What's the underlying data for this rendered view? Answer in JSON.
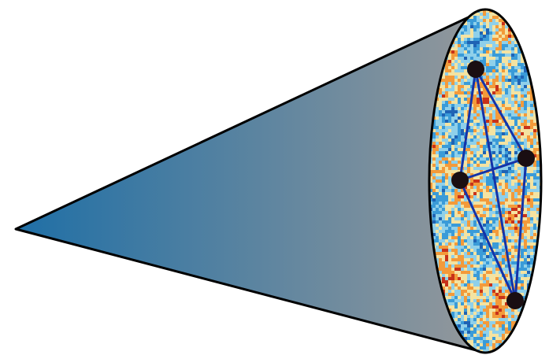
{
  "diagram": {
    "cone": {
      "gradient_start_color": "#1f6fa6",
      "gradient_end_color": "#9a9a9a",
      "outline_color": "#000000"
    },
    "sky_map": {
      "colors": [
        "#1f63b4",
        "#3a9bd8",
        "#8fd0ea",
        "#f4e3a1",
        "#f39a3a",
        "#c8321a"
      ]
    },
    "graph": {
      "node_color": "#1a0e12",
      "edge_color": "#1433a8",
      "nodes": [
        "top",
        "left",
        "right",
        "bottom"
      ],
      "edges": [
        [
          "top",
          "left"
        ],
        [
          "top",
          "right"
        ],
        [
          "top",
          "bottom"
        ],
        [
          "left",
          "right"
        ],
        [
          "left",
          "bottom"
        ],
        [
          "right",
          "bottom"
        ]
      ]
    }
  }
}
